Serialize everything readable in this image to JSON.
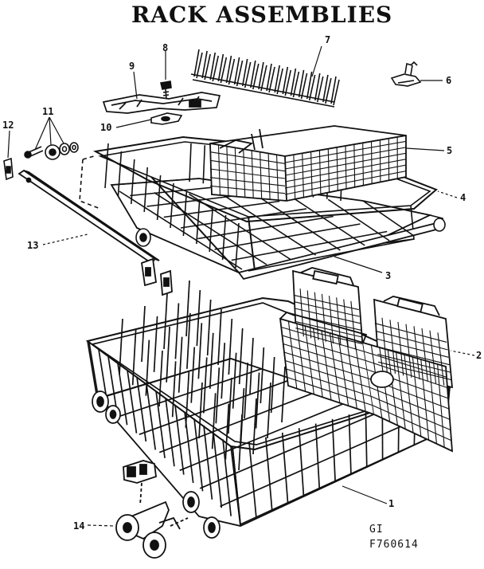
{
  "title": "RACK ASSEMBLIES",
  "callouts": [
    {
      "id": "1",
      "part": "lower-rack"
    },
    {
      "id": "2",
      "part": "lower-silverware-basket"
    },
    {
      "id": "3",
      "part": "upper-rack"
    },
    {
      "id": "4",
      "part": "upper-rack-frame"
    },
    {
      "id": "5",
      "part": "upper-silverware-basket"
    },
    {
      "id": "6",
      "part": "clip"
    },
    {
      "id": "7",
      "part": "tine-row"
    },
    {
      "id": "8",
      "part": "screw"
    },
    {
      "id": "9",
      "part": "cup-shelf"
    },
    {
      "id": "10",
      "part": "shelf-bracket"
    },
    {
      "id": "11",
      "part": "roller-hardware"
    },
    {
      "id": "12",
      "part": "end-stop"
    },
    {
      "id": "13",
      "part": "track"
    },
    {
      "id": "14",
      "part": "wheel-assembly"
    }
  ],
  "codes": {
    "line1": "GI",
    "line2": "F760614"
  },
  "colors": {
    "ink": "#111111",
    "paper": "#ffffff"
  }
}
